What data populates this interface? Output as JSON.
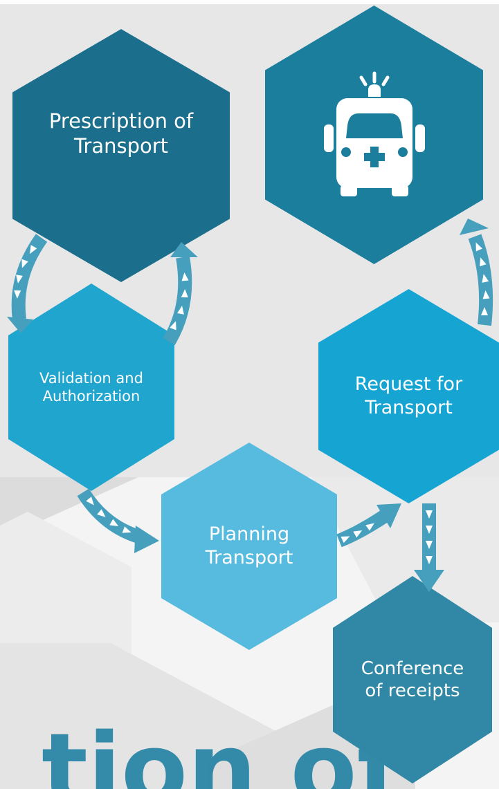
{
  "steps": {
    "prescription": "Prescription of\nTransport",
    "validation": "Validation and\nAuthorization",
    "planning": "Planning\nTransport",
    "request": "Request  for\nTransport",
    "conference": "Conference\nof receipts"
  },
  "icons": {
    "ambulance": "ambulance-icon",
    "flow_arrow": "double-chevron-arrow-icon"
  },
  "colors": {
    "background": "#e9e9e9",
    "dark_teal": "#1b6f8c",
    "teal": "#1a7e9c",
    "blue": "#16a4d3",
    "light_blue": "#57bbdf",
    "arrow": "#46a0bd"
  }
}
